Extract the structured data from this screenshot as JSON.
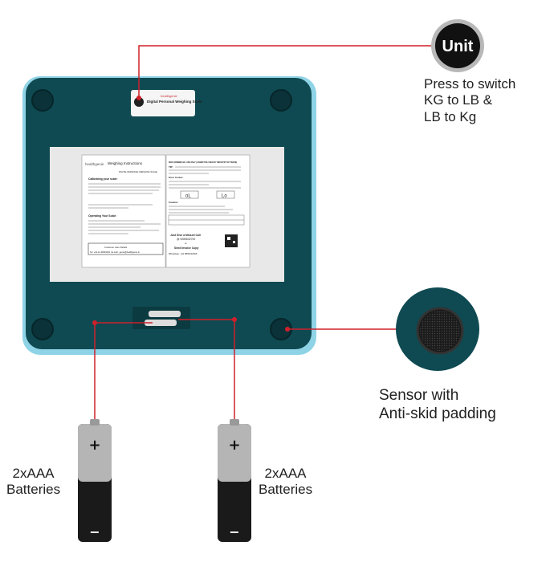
{
  "unit_button": {
    "label": "Unit",
    "caption_lines": [
      "Press to switch",
      "KG to LB &",
      "LB to Kg"
    ]
  },
  "sensor": {
    "caption_lines": [
      "Sensor with",
      "Anti-skid padding"
    ]
  },
  "batteries": {
    "left": {
      "caption_lines": [
        "2xAAA",
        "Batteries"
      ]
    },
    "right": {
      "caption_lines": [
        "2xAAA",
        "Batteries"
      ]
    },
    "plus": "+",
    "minus": "−"
  },
  "top_label": {
    "brand": "healthgenie",
    "title": "Digital Personal Weighing Scale"
  },
  "instruction_label": {
    "left": {
      "brand": "healthgenie",
      "heading": "Weighing Instructions",
      "subheading": "DIGITAL PERSONAL WEIGHING SCALE",
      "section1": "Calibrating your scale:",
      "section2": "Operating Your Scale:",
      "care_title": "Customer Care Details",
      "care_contact": "Tel. +91-11-48323232 | E-mail : genie@healthgenie.in"
    },
    "right": {
      "notice": "NON COMMERCIAL USE ONLY (CANNOT BE USED BY INDUSTRY OR TRADE)",
      "tip": "TIP:",
      "error_codes": "Error Codes:",
      "code1": "oL",
      "code2": "Lo",
      "caution": "Caution:",
      "missed_call": "Just Give a Missed Call",
      "missed_number": "@ 9289632700",
      "or": "or",
      "invoice": "Send Invoice Copy",
      "whatsapp": "WhatsApp: +91 8800010926"
    }
  },
  "colors": {
    "accent_line": "#d0202a",
    "scale_body": "#0f4a52",
    "scale_edge": "#8fd3e6"
  }
}
